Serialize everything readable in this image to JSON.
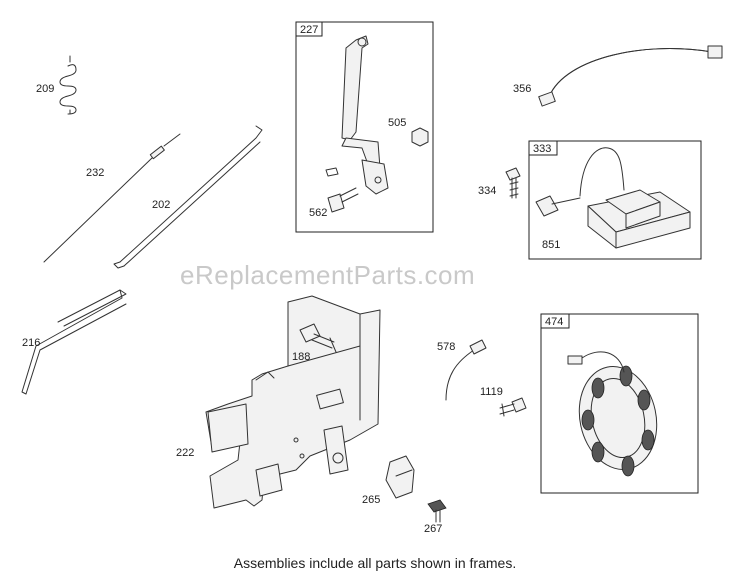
{
  "watermark": "eReplacementParts.com",
  "caption": "Assemblies include all parts shown in frames.",
  "frames": [
    {
      "id": "227"
    },
    {
      "id": "333"
    },
    {
      "id": "474"
    }
  ],
  "callouts": {
    "p209": "209",
    "p232": "232",
    "p202": "202",
    "p216": "216",
    "p505": "505",
    "p562": "562",
    "p356": "356",
    "p334": "334",
    "p851": "851",
    "p188": "188",
    "p578": "578",
    "p1119": "1119",
    "p222": "222",
    "p265": "265",
    "p267": "267"
  }
}
